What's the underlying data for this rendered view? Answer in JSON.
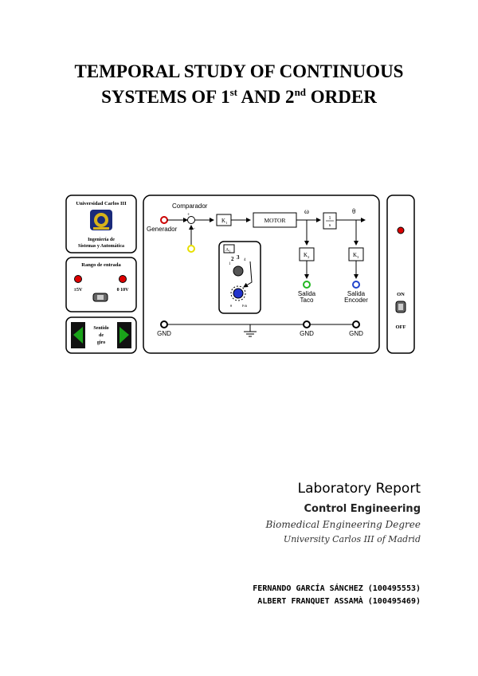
{
  "title": {
    "line1": "TEMPORAL STUDY OF CONTINUOUS",
    "line2_a": "SYSTEMS OF 1",
    "line2_sup1": "st",
    "line2_b": " AND 2",
    "line2_sup2": "nd",
    "line2_c": " ORDER"
  },
  "figure": {
    "university": "Universidad Carlos III",
    "dept_line1": "Ingeniería de",
    "dept_line2": "Sistemas y Automática",
    "range_title": "Rango de entrada",
    "range_left": "±5V",
    "range_right": "0 10V",
    "direction_line1": "Sentido",
    "direction_line2": "de",
    "direction_line3": "giro",
    "comparator": "Comparador",
    "generator": "Generador",
    "plus_sign": "+",
    "minus_sign": "−",
    "k1": "K",
    "k1_sub": "1",
    "motor": "MOTOR",
    "omega": "ω",
    "theta": "θ",
    "integrator_num": "1",
    "integrator_den": "s",
    "k2": "K",
    "k2_sub": "2",
    "k3": "K",
    "k3_sub": "3",
    "a1": "A",
    "a1_sub": "1",
    "dial_1": "1",
    "dial_2": "2",
    "dial_3": "3",
    "dial_4": "4",
    "knob_left": "θ",
    "knob_right": "Fdt",
    "tacho_out_line1": "Salida",
    "tacho_out_line2": "Taco",
    "encoder_out_line1": "Salida",
    "encoder_out_line2": "Encoder",
    "gnd": "GND",
    "on": "ON",
    "off": "OFF"
  },
  "report": {
    "type": "Laboratory Report",
    "subject": "Control Engineering",
    "degree": "Biomedical Engineering Degree",
    "university": "University Carlos III of Madrid"
  },
  "authors": [
    "FERNANDO GARCÍA SÁNCHEZ (100495553)",
    "ALBERT FRANQUET ASSAMÀ (100495469)"
  ],
  "colors": {
    "generator_terminal": "#cc0000",
    "comparator_terminal": "#e8e000",
    "output_taco_terminal": "#22b822",
    "output_encoder_terminal": "#2244cc",
    "led": "#dd0000",
    "arrow_green": "#1aa31a",
    "logo_blue": "#1a2a7a",
    "logo_yellow": "#d7b21a"
  }
}
